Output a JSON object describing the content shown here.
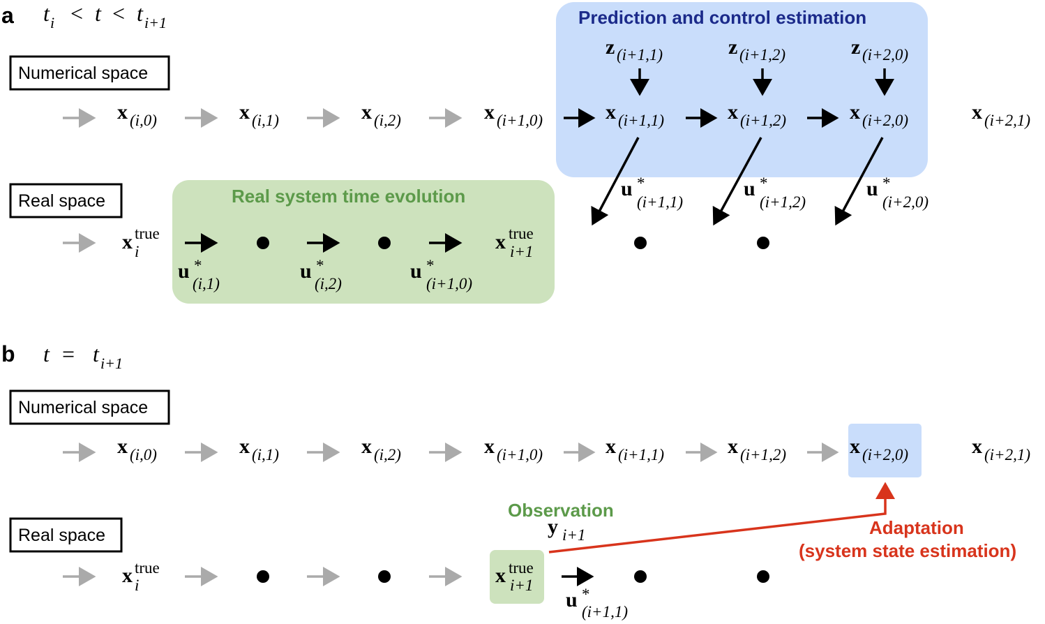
{
  "colors": {
    "blue_box": "#c9ddfb",
    "green_box": "#cde2bd",
    "blue_title": "#1b2a8a",
    "green_title": "#5c9a4a",
    "red": "#d8341c",
    "gray_arrow": "#aaaaaa",
    "black": "#000000"
  },
  "panel_a": {
    "letter": "a",
    "time_condition": {
      "t1": "t",
      "t1_sub": "i",
      "lt1": "<",
      "t": "t",
      "lt2": "<",
      "t2": "t",
      "t2_sub": "i+1"
    },
    "numerical_space_label": "Numerical space",
    "real_space_label": "Real space",
    "prediction_title": "Prediction and control estimation",
    "real_evolution_title": "Real system time evolution",
    "states": [
      {
        "sym": "x",
        "sub": "(i,0)"
      },
      {
        "sym": "x",
        "sub": "(i,1)"
      },
      {
        "sym": "x",
        "sub": "(i,2)"
      },
      {
        "sym": "x",
        "sub": "(i+1,0)"
      },
      {
        "sym": "x",
        "sub": "(i+1,1)"
      },
      {
        "sym": "x",
        "sub": "(i+1,2)"
      },
      {
        "sym": "x",
        "sub": "(i+2,0)"
      },
      {
        "sym": "x",
        "sub": "(i+2,1)"
      }
    ],
    "observations_z": [
      {
        "sym": "z",
        "sub": "(i+1,1)"
      },
      {
        "sym": "z",
        "sub": "(i+1,2)"
      },
      {
        "sym": "z",
        "sub": "(i+2,0)"
      }
    ],
    "controls_pred": [
      {
        "sym": "u",
        "sup": "*",
        "sub": "(i+1,1)"
      },
      {
        "sym": "u",
        "sup": "*",
        "sub": "(i+1,2)"
      },
      {
        "sym": "u",
        "sup": "*",
        "sub": "(i+2,0)"
      }
    ],
    "true_start": {
      "sym": "x",
      "sup": "true",
      "sub": "i"
    },
    "true_end": {
      "sym": "x",
      "sup": "true",
      "sub": "i+1"
    },
    "controls_real": [
      {
        "sym": "u",
        "sup": "*",
        "sub": "(i,1)"
      },
      {
        "sym": "u",
        "sup": "*",
        "sub": "(i,2)"
      },
      {
        "sym": "u",
        "sup": "*",
        "sub": "(i+1,0)"
      }
    ]
  },
  "panel_b": {
    "letter": "b",
    "time_condition": {
      "t": "t",
      "eq": "=",
      "t2": "t",
      "t2_sub": "i+1"
    },
    "numerical_space_label": "Numerical space",
    "real_space_label": "Real space",
    "states": [
      {
        "sym": "x",
        "sub": "(i,0)"
      },
      {
        "sym": "x",
        "sub": "(i,1)"
      },
      {
        "sym": "x",
        "sub": "(i,2)"
      },
      {
        "sym": "x",
        "sub": "(i+1,0)"
      },
      {
        "sym": "x",
        "sub": "(i+1,1)"
      },
      {
        "sym": "x",
        "sub": "(i+1,2)"
      },
      {
        "sym": "x",
        "sub": "(i+2,0)"
      },
      {
        "sym": "x",
        "sub": "(i+2,1)"
      }
    ],
    "true_start": {
      "sym": "x",
      "sup": "true",
      "sub": "i"
    },
    "true_obs": {
      "sym": "x",
      "sup": "true",
      "sub": "i+1"
    },
    "observation_title": "Observation",
    "observation_var": {
      "sym": "y",
      "sub": "i+1"
    },
    "adaptation_line1": "Adaptation",
    "adaptation_line2": "(system state estimation)",
    "control": {
      "sym": "u",
      "sup": "*",
      "sub": "(i+1,1)"
    }
  }
}
